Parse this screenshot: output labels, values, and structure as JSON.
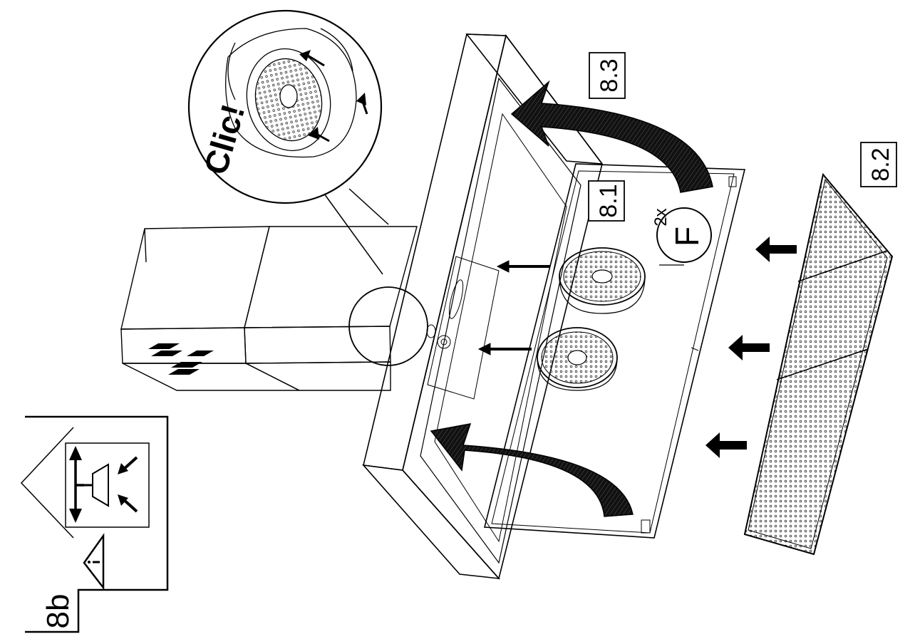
{
  "diagram": {
    "step_label": "8b",
    "callouts": {
      "step_1": "8.1",
      "step_2": "8.2",
      "step_3": "8.3"
    },
    "filter_count": "2x",
    "filter_code": "F",
    "click_text": "Clic!",
    "icons": [
      "warning-triangle-icon",
      "hood-recirculation-icon",
      "push-arrow-icon",
      "rotate-arrow-icon"
    ],
    "colors": {
      "ink": "#000000",
      "background": "#ffffff"
    }
  }
}
